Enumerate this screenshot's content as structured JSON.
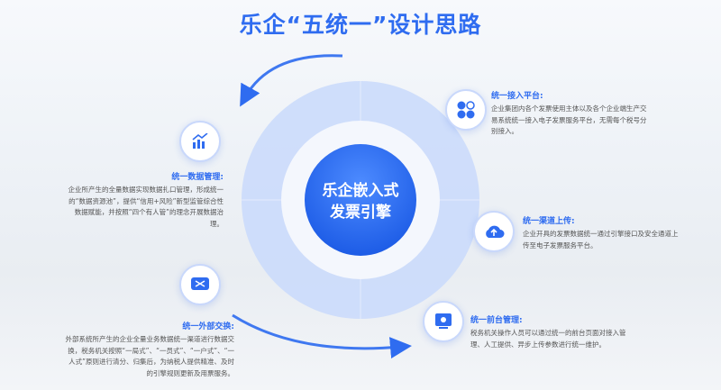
{
  "title": "乐企“五统一”设计思路",
  "center": {
    "line1": "乐企嵌入式",
    "line2": "发票引擎"
  },
  "colors": {
    "accent": "#2f6cf0"
  },
  "items": [
    {
      "icon": "grid-icon",
      "heading": "统一接入平台:",
      "desc": "企业集团内各个发票使用主体以及各个企业端生产交易系统统一接入电子发票服务平台，无需每个税号分别接入。"
    },
    {
      "icon": "chart-icon",
      "heading": "统一数据管理:",
      "desc": "企业所产生的全量数据实现数据扎口管理，形成统一的“数据资源池”，提供“信用+风险”新型监管综合性数据赋能，并按照“四个有人管”的理念开展数据治理。"
    },
    {
      "icon": "cloud-upload-icon",
      "heading": "统一渠道上传:",
      "desc": "企业开具的发票数据统一通过引擎接口及安全通道上传至电子发票服务平台。"
    },
    {
      "icon": "shuffle-icon",
      "heading": "统一外部交换:",
      "desc": "外部系统所产生的企业全量业务数据统一渠道进行数据交换，税务机关按照“一局式”、“一员式”、“一户式”、“一人式”原则进行清分、归集后，为纳税人提供精准、及时的引擎规则更新及用票服务。"
    },
    {
      "icon": "monitor-icon",
      "heading": "统一前台管理:",
      "desc": "税务机关操作人员可以通过统一的前台页面对接入管理、人工提供、异步上传参数进行统一维护。"
    }
  ]
}
